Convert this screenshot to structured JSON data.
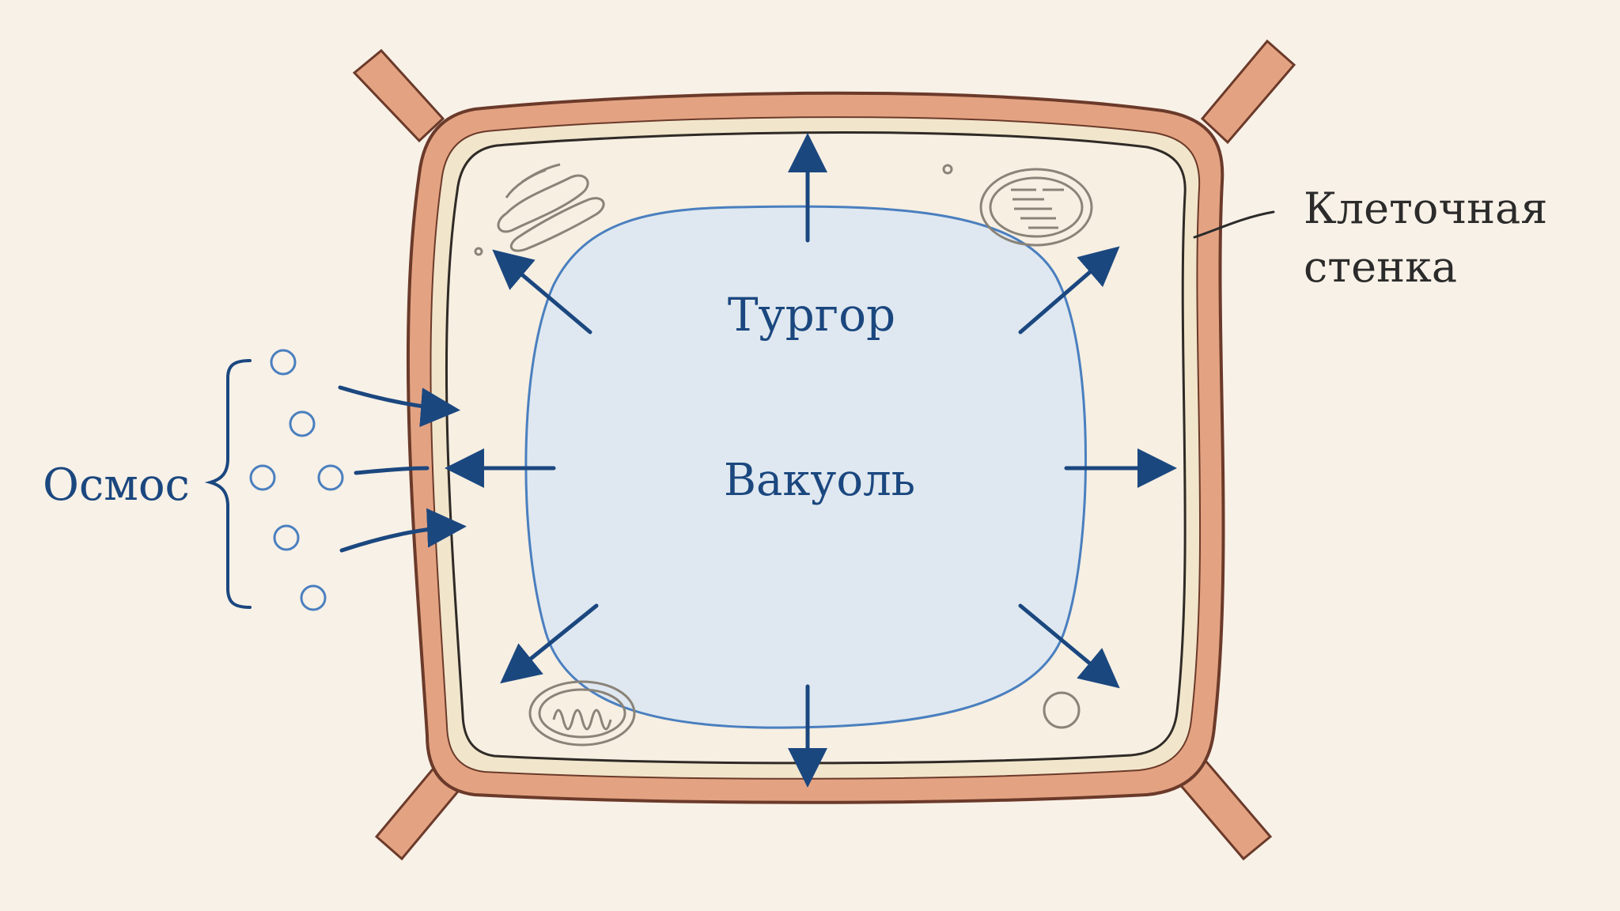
{
  "labels": {
    "turgor": "Тургор",
    "vacuole": "Вакуоль",
    "osmosis": "Осмос",
    "cell_wall_line1": "Клеточная",
    "cell_wall_line2": "стенка"
  },
  "colors": {
    "background": "#f8f1e7",
    "cell_wall": "#e3a382",
    "cell_wall_edge": "#6b3a2a",
    "cytoplasm": "#f6efe2",
    "membrane_band": "#f1e6cc",
    "vacuole_fill": "#dfe8f0",
    "vacuole_stroke": "#4a7fbf",
    "arrow": "#1b477f",
    "label_blue": "#1b477f",
    "label_dark": "#2b2b2b",
    "organelle": "#8a8378"
  }
}
